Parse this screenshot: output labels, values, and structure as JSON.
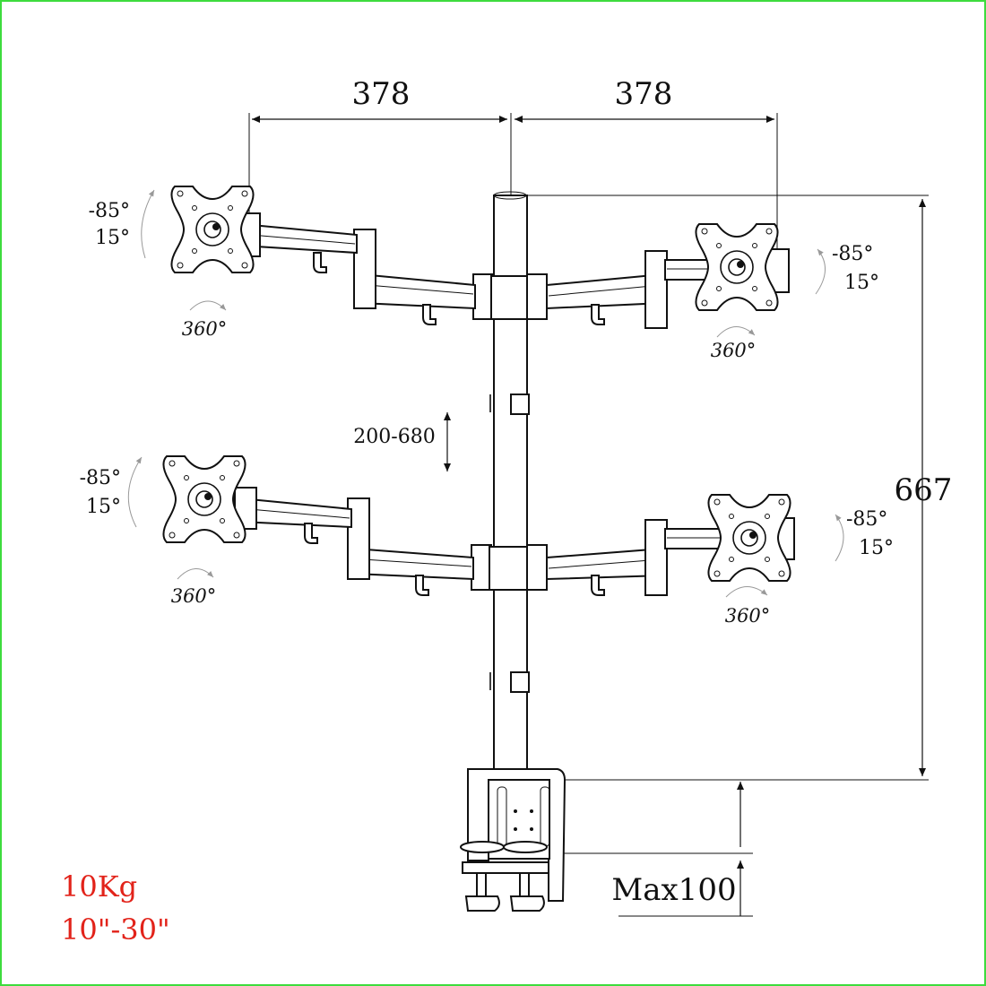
{
  "dimensions": {
    "arm_left": "378",
    "arm_right": "378",
    "height": "667",
    "adjust": "200-680",
    "clamp": "Max100"
  },
  "angles": {
    "tilt_neg": "-85°",
    "tilt_pos": "15°",
    "rotation": "360°"
  },
  "specs": {
    "weight": "10Kg",
    "screen_size": "10\"-30\""
  },
  "colors": {
    "line": "#111111",
    "spec_text": "#e2231a",
    "frame": "#3ddc3d"
  }
}
